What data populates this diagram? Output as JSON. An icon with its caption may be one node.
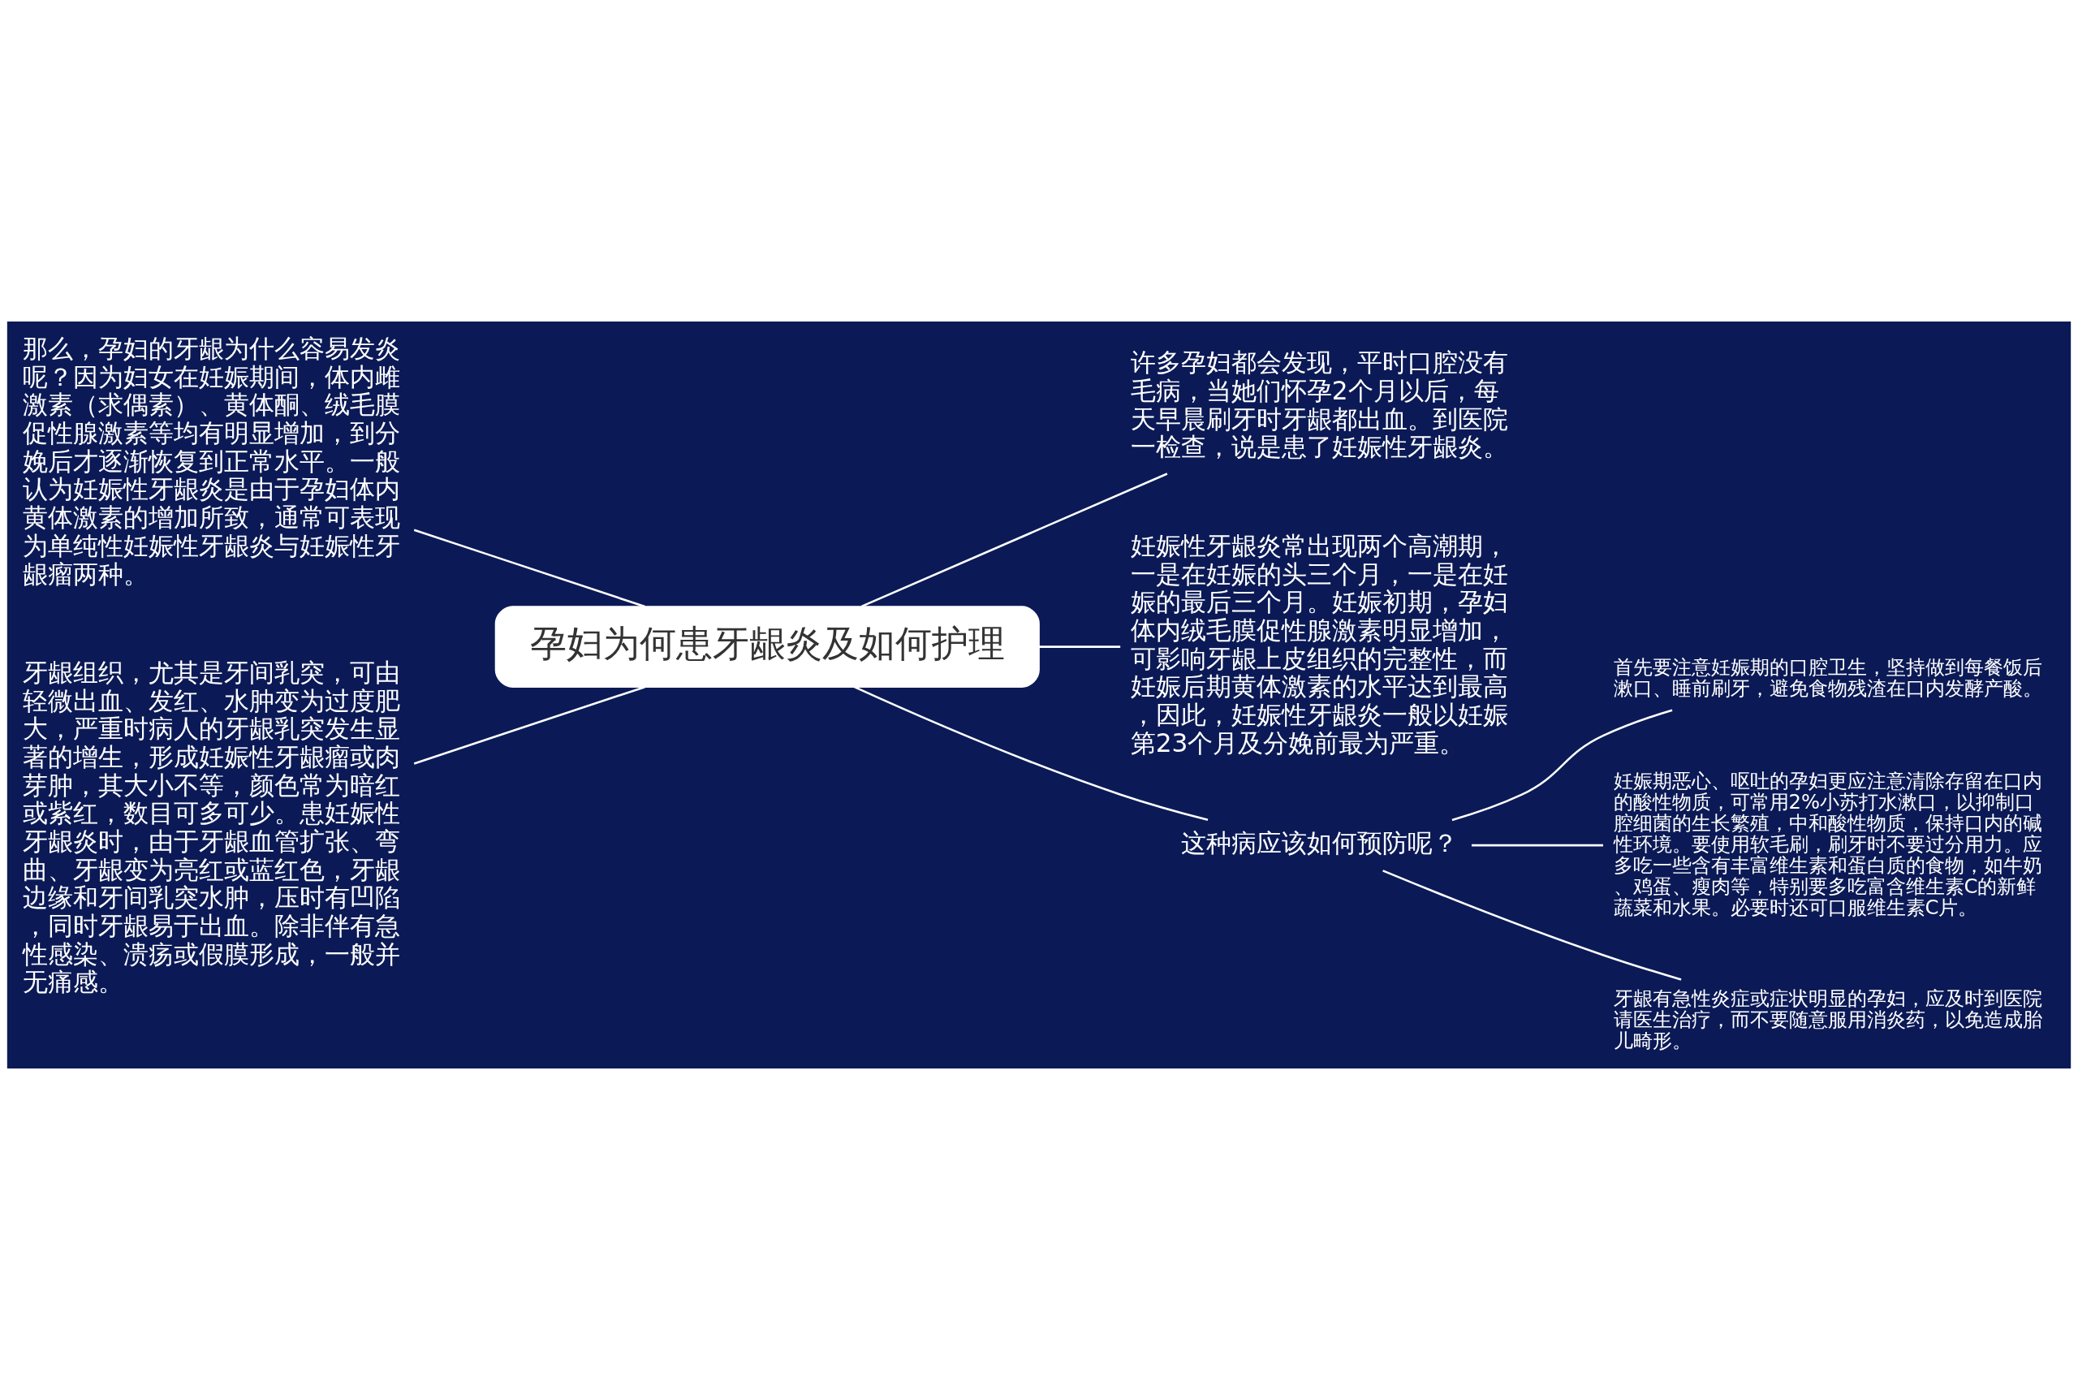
{
  "diagram": {
    "nodes": [
      {
        "text": [
          "孕妇为何患牙龈炎及如何护理"
        ]
      },
      {
        "text": [
          "那么，孕妇的牙龈为什么容易发炎呢？因为妇女在妊娠期间，体内雌激素（求偶素）、黄体酮、绒毛膜促性腺激素等均有明显增加，到分娩后才逐渐恢复到正常水平。一般认为妊娠性牙龈炎是由于孕妇体内黄体激素的增加所致，通常可表现为单纯性妊娠性牙龈炎与妊娠性牙龈瘤两种。"
        ]
      },
      {
        "text": [
          "牙龈组织，尤其是牙间乳突，可由轻微出血、发红、水肿变为过度肥大，严重时病人的牙龈乳突发生显著的增生，形成妊娠性牙龈瘤或肉芽肿，其大小不等，颜色常为暗红或紫红，数目可多可少。患妊娠性牙龈炎时，由于牙龈血管扩张、弯曲、牙龈变为亮红或蓝红色，牙龈边缘和牙间乳突水肿，压时有凹陷，同时牙龈易于出血。除非伴有急性感染、溃疡或假膜形成，一般并无痛感。"
        ]
      },
      {
        "text": [
          "许多孕妇都会发现，平时口腔没有毛病，当她们怀孕2个月以后，每天早晨刷牙时牙龈都出血。到医院一检查，说是患了妊娠性牙龈炎。"
        ]
      },
      {
        "text": [
          "妊娠性牙龈炎常出现两个高潮期，一是在妊娠的头三个月，一是在妊娠的最后三个月。妊娠初期，孕妇体内绒毛膜促性腺激素明显增加，可影响牙龈上皮组织的完整性，而妊娠后期黄体激素的水平达到最高，因此，妊娠性牙龈炎一般以妊娠第23个月及分娩前最为严重。"
        ]
      },
      {
        "text": [
          "这种病应该如何预防呢？"
        ]
      },
      {
        "text": [
          "首先要注意妊娠期的口腔卫生，坚持做到每餐饭后漱口、睡前刷牙，避免食物残渣在口内发酵产酸。"
        ]
      },
      {
        "text": [
          "妊娠期恶心、呕吐的孕妇更应注意清除存留在口内的酸性物质，可常用2%小苏打水漱口，以抑制口腔细菌的生长繁殖，中和酸性物质，保持口内的碱性环境。要使用软毛刷，刷牙时不要过分用力。应多吃一些含有丰富维生素和蛋白质的食物，如牛奶、鸡蛋、瘦肉等，特别要多吃富含维生素C的新鲜蔬菜和水果。必要时还可口服维生素C片。"
        ]
      },
      {
        "text": [
          "牙龈有急性炎症或症状明显的孕妇，应及时到医院请医生治疗，而不要随意服用消炎药，以免造成胎儿畸形。"
        ]
      }
    ],
    "edges": [
      {
        "from": 0,
        "to": 1,
        "arrow": "none"
      },
      {
        "from": 0,
        "to": 2,
        "arrow": "none"
      },
      {
        "from": 0,
        "to": 3,
        "arrow": "none"
      },
      {
        "from": 0,
        "to": 4,
        "arrow": "none"
      },
      {
        "from": 0,
        "to": 5,
        "arrow": "none"
      },
      {
        "from": 5,
        "to": 6,
        "arrow": "none"
      },
      {
        "from": 5,
        "to": 7,
        "arrow": "none"
      },
      {
        "from": 5,
        "to": 8,
        "arrow": "none"
      }
    ]
  }
}
